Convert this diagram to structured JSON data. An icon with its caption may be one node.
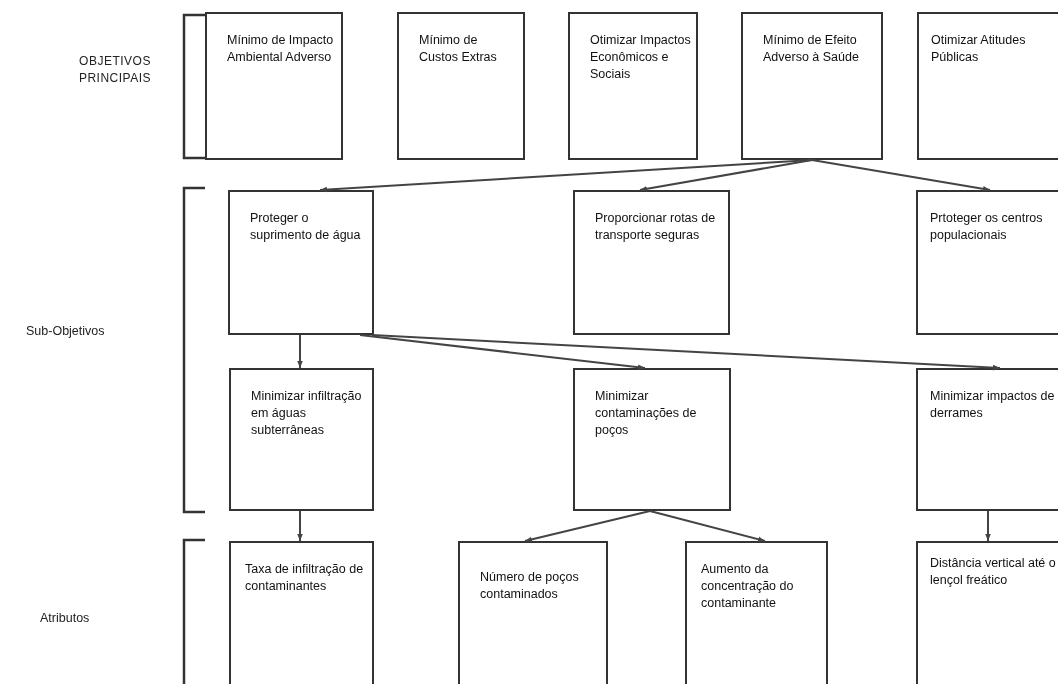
{
  "diagram": {
    "nodes": [
      {
        "text": [
          "Mínimo de Impacto Ambiental Adverso"
        ]
      },
      {
        "text": [
          "Mínimo de Custos Extras"
        ]
      },
      {
        "text": [
          "Otimizar Impactos Econômicos e Sociais"
        ]
      },
      {
        "text": [
          "Mínimo de Efeito Adverso à Saúde"
        ]
      },
      {
        "text": [
          "Otimizar Atitudes Públicas"
        ]
      },
      {
        "text": [
          "Proteger o suprimento de água"
        ]
      },
      {
        "text": [
          "Proporcionar rotas de transporte seguras"
        ]
      },
      {
        "text": [
          "Prtoteger os centros populacionais"
        ]
      },
      {
        "text": [
          "Minimizar infiltração em águas subterrâneas"
        ]
      },
      {
        "text": [
          "Minimizar contaminações de poços"
        ]
      },
      {
        "text": [
          "Minimizar impactos de derrames"
        ]
      },
      {
        "text": [
          "Taxa de infiltração de contaminantes"
        ]
      },
      {
        "text": [
          "Número de poços contaminados"
        ]
      },
      {
        "text": [
          "Aumento da concentração do contaminante"
        ]
      },
      {
        "text": [
          "Distância vertical até o lençol freático"
        ]
      }
    ],
    "edges": [
      {
        "from": 3,
        "to": 5,
        "arrow": "to"
      },
      {
        "from": 3,
        "to": 6,
        "arrow": "to"
      },
      {
        "from": 3,
        "to": 7,
        "arrow": "to"
      },
      {
        "from": 5,
        "to": 8,
        "arrow": "to"
      },
      {
        "from": 5,
        "to": 9,
        "arrow": "to"
      },
      {
        "from": 5,
        "to": 10,
        "arrow": "to"
      },
      {
        "from": 8,
        "to": 11,
        "arrow": "to"
      },
      {
        "from": 9,
        "to": 12,
        "arrow": "to"
      },
      {
        "from": 9,
        "to": 13,
        "arrow": "to"
      },
      {
        "from": 10,
        "to": 14,
        "arrow": "to"
      }
    ],
    "labels": [
      "OBJETIVOS PRINCIPAIS",
      "Sub-Objetivos",
      "Atributos"
    ]
  }
}
